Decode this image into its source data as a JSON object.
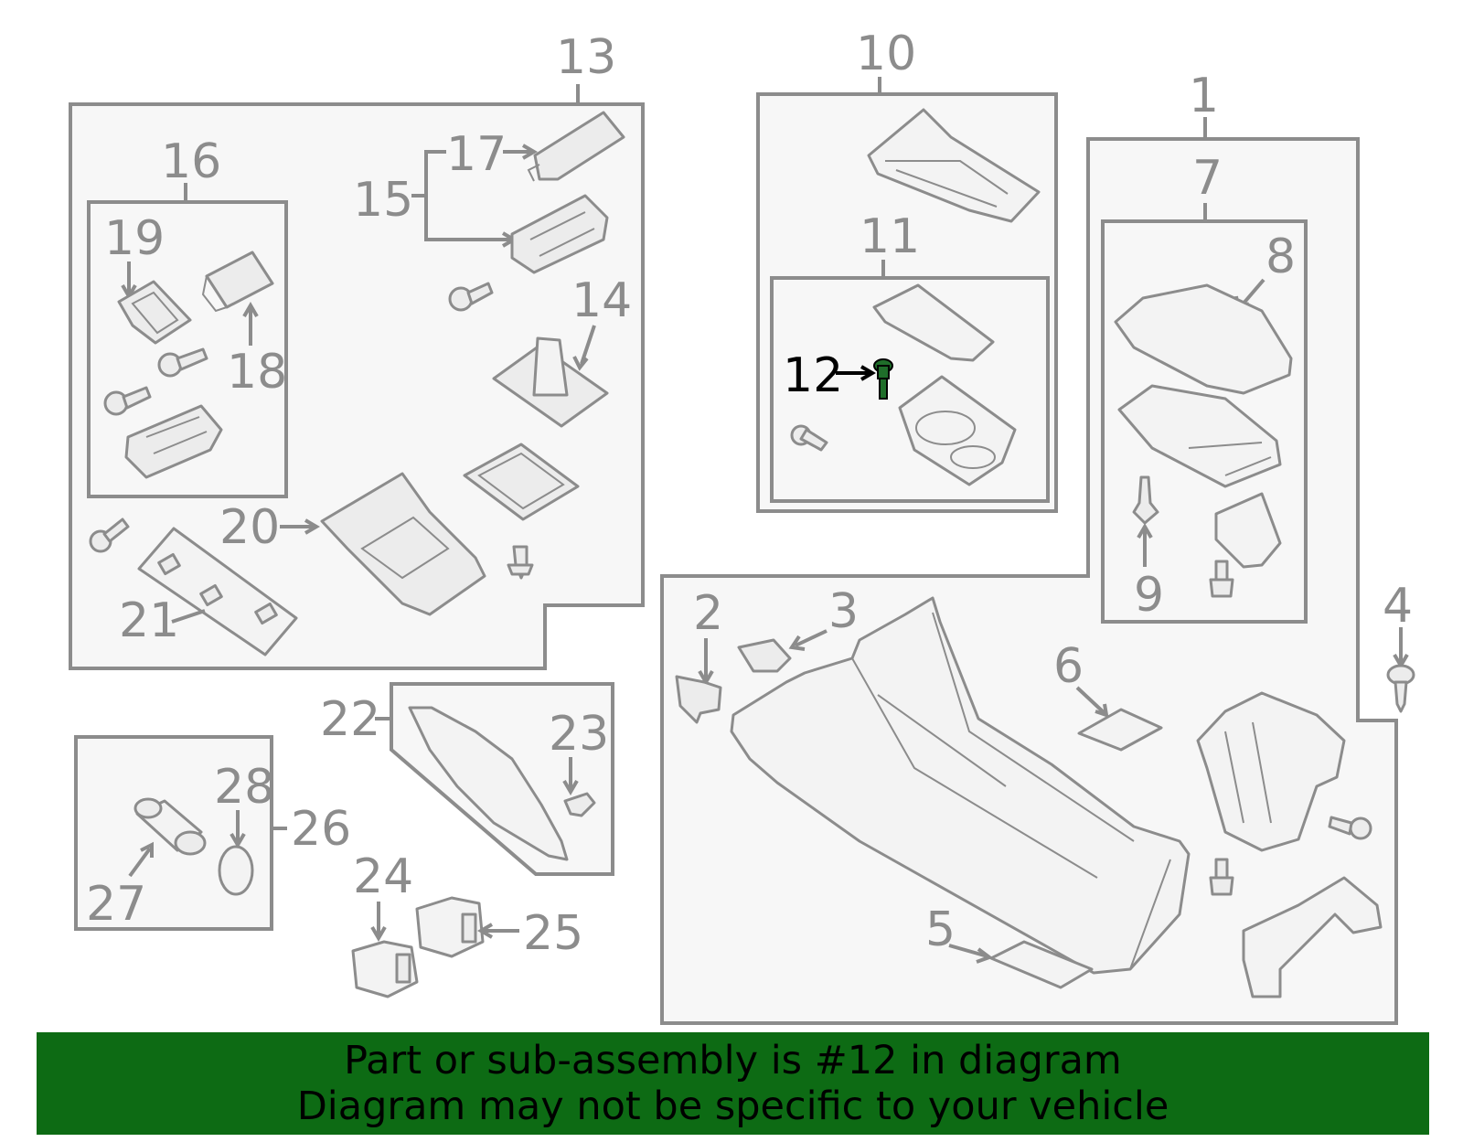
{
  "callouts": {
    "n1": "1",
    "n2": "2",
    "n3": "3",
    "n4": "4",
    "n5": "5",
    "n6": "6",
    "n7": "7",
    "n8": "8",
    "n9": "9",
    "n10": "10",
    "n11": "11",
    "n12": "12",
    "n13": "13",
    "n14": "14",
    "n15": "15",
    "n16": "16",
    "n17": "17",
    "n18": "18",
    "n19": "19",
    "n20": "20",
    "n21": "21",
    "n22": "22",
    "n23": "23",
    "n24": "24",
    "n25": "25",
    "n26": "26",
    "n27": "27",
    "n28": "28"
  },
  "highlight": {
    "part": "12",
    "color": "#000000",
    "part_fill": "#1f6e2a"
  },
  "banner": {
    "line1": "Part or sub-assembly is #12 in diagram",
    "line2": "Diagram may not be specific to your vehicle",
    "background": "#0d6b14"
  }
}
